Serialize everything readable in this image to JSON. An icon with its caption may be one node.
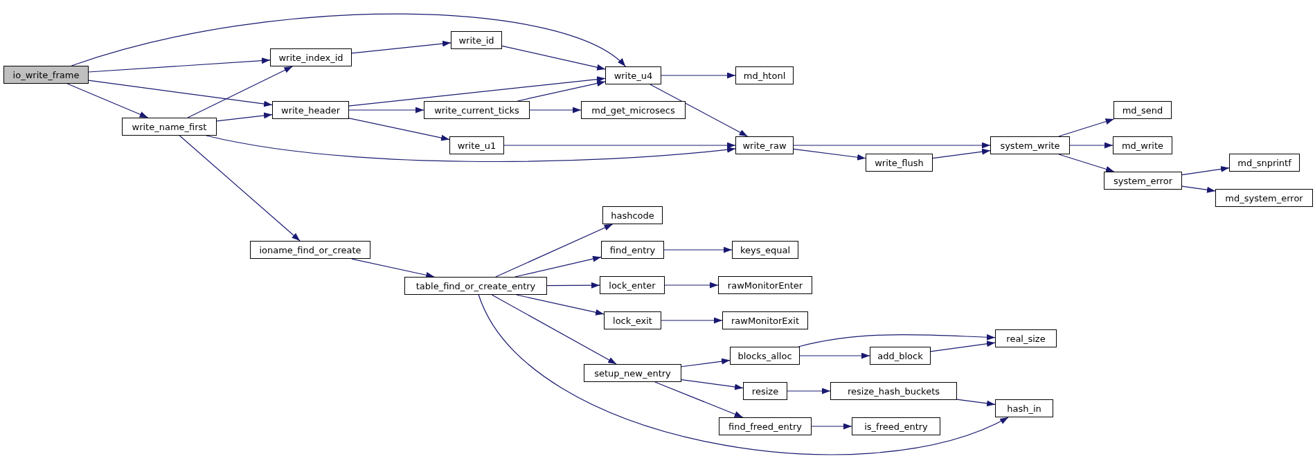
{
  "diagram": {
    "nodes": [
      {
        "text": [
          "io_write_frame"
        ]
      },
      {
        "text": [
          "write_index_id"
        ]
      },
      {
        "text": [
          "write_id"
        ]
      },
      {
        "text": [
          "write_u4"
        ]
      },
      {
        "text": [
          "md_htonl"
        ]
      },
      {
        "text": [
          "write_header"
        ]
      },
      {
        "text": [
          "write_name_first"
        ]
      },
      {
        "text": [
          "write_current_ticks"
        ]
      },
      {
        "text": [
          "md_get_microsecs"
        ]
      },
      {
        "text": [
          "write_u1"
        ]
      },
      {
        "text": [
          "write_raw"
        ]
      },
      {
        "text": [
          "write_flush"
        ]
      },
      {
        "text": [
          "system_write"
        ]
      },
      {
        "text": [
          "md_send"
        ]
      },
      {
        "text": [
          "md_write"
        ]
      },
      {
        "text": [
          "system_error"
        ]
      },
      {
        "text": [
          "md_snprintf"
        ]
      },
      {
        "text": [
          "md_system_error"
        ]
      },
      {
        "text": [
          "ioname_find_or_create"
        ]
      },
      {
        "text": [
          "table_find_or_create_entry"
        ]
      },
      {
        "text": [
          "hashcode"
        ]
      },
      {
        "text": [
          "find_entry"
        ]
      },
      {
        "text": [
          "keys_equal"
        ]
      },
      {
        "text": [
          "lock_enter"
        ]
      },
      {
        "text": [
          "rawMonitorEnter"
        ]
      },
      {
        "text": [
          "lock_exit"
        ]
      },
      {
        "text": [
          "rawMonitorExit"
        ]
      },
      {
        "text": [
          "setup_new_entry"
        ]
      },
      {
        "text": [
          "blocks_alloc"
        ]
      },
      {
        "text": [
          "add_block"
        ]
      },
      {
        "text": [
          "real_size"
        ]
      },
      {
        "text": [
          "resize"
        ]
      },
      {
        "text": [
          "resize_hash_buckets"
        ]
      },
      {
        "text": [
          "hash_in"
        ]
      },
      {
        "text": [
          "find_freed_entry"
        ]
      },
      {
        "text": [
          "is_freed_entry"
        ]
      }
    ],
    "edges": [
      {
        "from": 0,
        "to": 3,
        "arrow": "to"
      },
      {
        "from": 0,
        "to": 1,
        "arrow": "to"
      },
      {
        "from": 0,
        "to": 5,
        "arrow": "to"
      },
      {
        "from": 0,
        "to": 6,
        "arrow": "to"
      },
      {
        "from": 1,
        "to": 2,
        "arrow": "to"
      },
      {
        "from": 2,
        "to": 3,
        "arrow": "to"
      },
      {
        "from": 6,
        "to": 1,
        "arrow": "to"
      },
      {
        "from": 6,
        "to": 5,
        "arrow": "to"
      },
      {
        "from": 6,
        "to": 10,
        "arrow": "to"
      },
      {
        "from": 6,
        "to": 18,
        "arrow": "to"
      },
      {
        "from": 5,
        "to": 3,
        "arrow": "to"
      },
      {
        "from": 5,
        "to": 7,
        "arrow": "to"
      },
      {
        "from": 5,
        "to": 9,
        "arrow": "to"
      },
      {
        "from": 7,
        "to": 3,
        "arrow": "to"
      },
      {
        "from": 7,
        "to": 8,
        "arrow": "to"
      },
      {
        "from": 9,
        "to": 10,
        "arrow": "to"
      },
      {
        "from": 3,
        "to": 4,
        "arrow": "to"
      },
      {
        "from": 3,
        "to": 10,
        "arrow": "to"
      },
      {
        "from": 10,
        "to": 12,
        "arrow": "to"
      },
      {
        "from": 10,
        "to": 11,
        "arrow": "to"
      },
      {
        "from": 11,
        "to": 12,
        "arrow": "to"
      },
      {
        "from": 12,
        "to": 13,
        "arrow": "to"
      },
      {
        "from": 12,
        "to": 14,
        "arrow": "to"
      },
      {
        "from": 12,
        "to": 15,
        "arrow": "to"
      },
      {
        "from": 15,
        "to": 16,
        "arrow": "to"
      },
      {
        "from": 15,
        "to": 17,
        "arrow": "to"
      },
      {
        "from": 18,
        "to": 19,
        "arrow": "to"
      },
      {
        "from": 19,
        "to": 20,
        "arrow": "to"
      },
      {
        "from": 19,
        "to": 21,
        "arrow": "to"
      },
      {
        "from": 19,
        "to": 23,
        "arrow": "to"
      },
      {
        "from": 19,
        "to": 25,
        "arrow": "to"
      },
      {
        "from": 19,
        "to": 27,
        "arrow": "to"
      },
      {
        "from": 19,
        "to": 33,
        "arrow": "to"
      },
      {
        "from": 21,
        "to": 22,
        "arrow": "to"
      },
      {
        "from": 23,
        "to": 24,
        "arrow": "to"
      },
      {
        "from": 25,
        "to": 26,
        "arrow": "to"
      },
      {
        "from": 27,
        "to": 28,
        "arrow": "to"
      },
      {
        "from": 27,
        "to": 31,
        "arrow": "to"
      },
      {
        "from": 27,
        "to": 34,
        "arrow": "to"
      },
      {
        "from": 28,
        "to": 30,
        "arrow": "to"
      },
      {
        "from": 28,
        "to": 29,
        "arrow": "to"
      },
      {
        "from": 29,
        "to": 30,
        "arrow": "to"
      },
      {
        "from": 31,
        "to": 32,
        "arrow": "to"
      },
      {
        "from": 32,
        "to": 33,
        "arrow": "to"
      },
      {
        "from": 34,
        "to": 35,
        "arrow": "to"
      }
    ]
  }
}
